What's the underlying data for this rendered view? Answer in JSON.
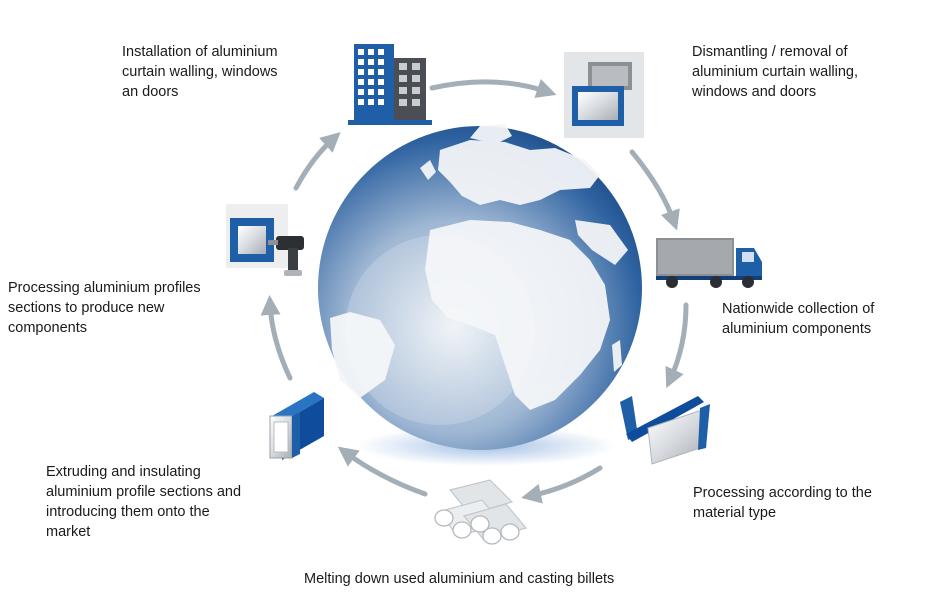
{
  "steps": [
    {
      "id": "installation",
      "icon": "building-icon",
      "lines": [
        "Installation of aluminium",
        "curtain walling, windows",
        "an doors"
      ]
    },
    {
      "id": "dismantling",
      "icon": "window-frame-icon",
      "lines": [
        "Dismantling / removal of",
        "aluminium curtain walling,",
        "windows and doors"
      ]
    },
    {
      "id": "collection",
      "icon": "truck-icon",
      "lines": [
        "Nationwide collection of",
        "aluminium components"
      ]
    },
    {
      "id": "sorting",
      "icon": "profile-pieces-icon",
      "lines": [
        "Processing according to the",
        "material type"
      ]
    },
    {
      "id": "melting",
      "icon": "billets-icon",
      "lines": [
        "Melting down used aluminium and casting billets"
      ]
    },
    {
      "id": "extruding",
      "icon": "extruded-profile-icon",
      "lines": [
        "Extruding and insulating",
        "aluminium profile sections and",
        "introducing them onto the",
        "market"
      ]
    },
    {
      "id": "fabrication",
      "icon": "drill-frame-icon",
      "lines": [
        "Processing aluminium profiles",
        "sections to produce new",
        "components"
      ]
    }
  ],
  "colors": {
    "arrow": "#a3aeb6",
    "brand_blue": "#1f5fa8",
    "dark_blue": "#123f7a",
    "globe_light": "#e9eef4",
    "land": "#f4f6f8",
    "gray": "#8c8f93"
  }
}
